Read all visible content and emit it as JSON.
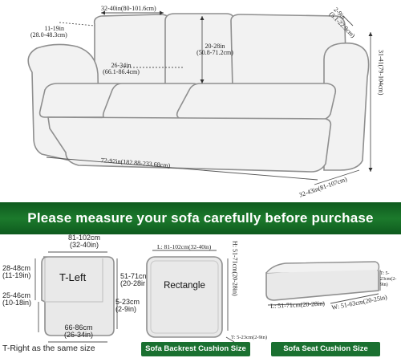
{
  "sofa": {
    "back_width": "32-40in(80-101.6cm)",
    "back_height_in": "11-19in",
    "back_height_cm": "(28.0-48.3cm)",
    "arm_width_in": "2-9in",
    "arm_width_cm": "(5.1-22.9cm)",
    "back_cushion_height_in": "20-28in",
    "back_cushion_height_cm": "(50.8-71.2cm)",
    "seat_width_in": "26-34in",
    "seat_width_cm": "(66.1-86.4cm)",
    "total_height": "31-41(79-104cm)",
    "total_length": "72-92in(182.88-233.68cm)",
    "depth": "32-43in(81-107cm)"
  },
  "banner": {
    "text": "Please measure your sofa carefully before purchase"
  },
  "tleft": {
    "top_cm": "81-102cm",
    "top_in": "(32-40in)",
    "left_cm": "28-48cm",
    "left_in": "(11-19in)",
    "label": "T-Left",
    "side_cm": "51-71cn",
    "side_in": "(20-28ir",
    "notch_cm": "25-46cm",
    "notch_in": "(10-18in)",
    "arm_cm": "5-23cm",
    "arm_in": "(2-9in)",
    "bottom_cm": "66-86cm",
    "bottom_in": "(26-34in)",
    "note": "T-Right as the same size"
  },
  "rectangle": {
    "top": "L: 81-102cm(32-40in)",
    "side": "H: 51-71cm(20-28in)",
    "thickness": "T: 5-23cm(2-9in)",
    "label": "Rectangle",
    "caption": "Sofa Backrest Cushion Size"
  },
  "seat": {
    "thickness": "T: 5-23cm(2-9in)",
    "length": "L: 51-71cm(20-28in)",
    "width": "W: 51-63cm(20-25in)",
    "caption": "Sofa Seat Cushion Size"
  },
  "colors": {
    "banner_green": "#1a7030",
    "sofa_fill": "#f1f1f1",
    "outline": "#9a9a9a"
  }
}
